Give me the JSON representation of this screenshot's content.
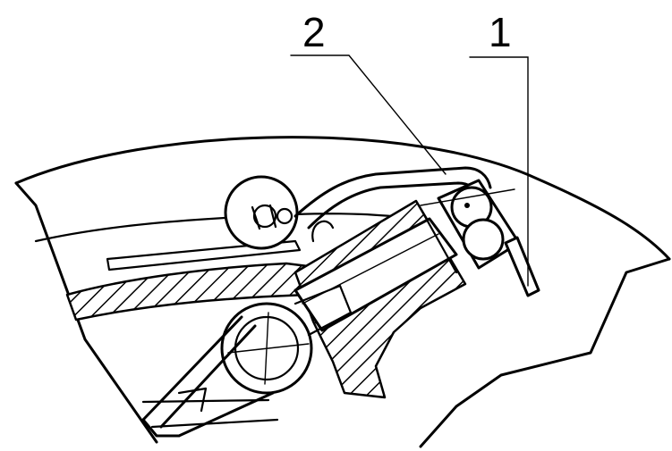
{
  "callouts": [
    {
      "number": "1",
      "target": "adjusting-rod"
    },
    {
      "number": "2",
      "target": "mounting-bracket"
    }
  ]
}
